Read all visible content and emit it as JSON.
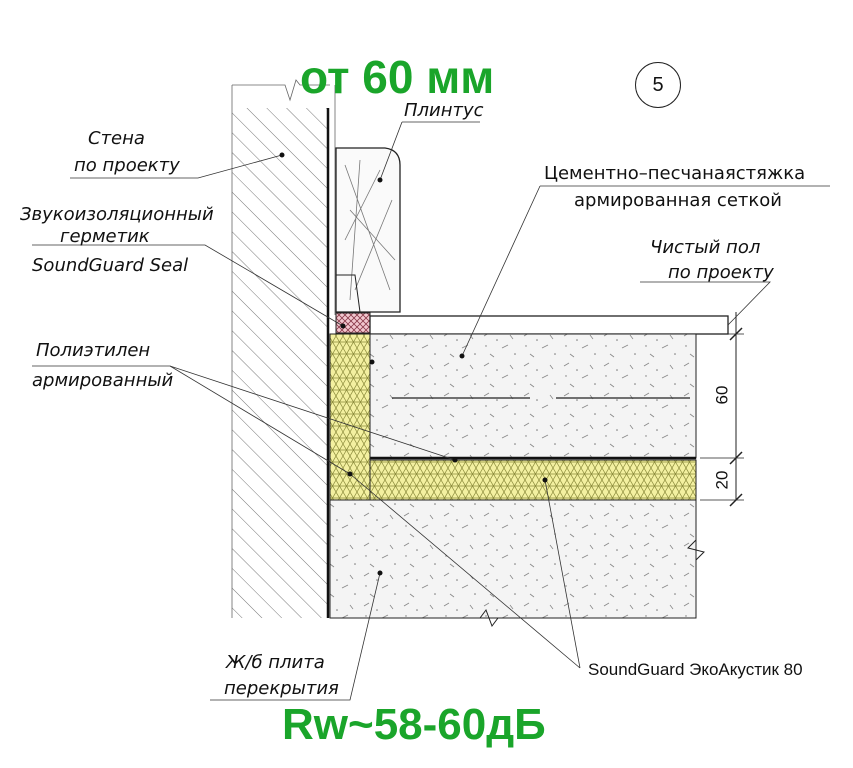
{
  "header": {
    "title": "от 60 мм"
  },
  "footer": {
    "rating": "Rw~58-60дБ"
  },
  "badge": {
    "number": "5"
  },
  "labels": {
    "wall_line1": "Стена",
    "wall_line2": "по проекту",
    "skirting": "Плинтус",
    "sealant_line1": "Звукоизоляционный",
    "sealant_line2": "герметик",
    "sealant_line3": "SoundGuard Seal",
    "screed_line1": "Цементно–песчанаястяжка",
    "screed_line2": "армированная сеткой",
    "floor_line1": "Чистый пол",
    "floor_line2": "по проекту",
    "poly_line1": "Полиэтилен",
    "poly_line2": "армированный",
    "slab_line1": "Ж/б плита",
    "slab_line2": "перекрытия",
    "product": "SoundGuard ЭкоАкустик 80"
  },
  "dimensions": {
    "screed": "60",
    "insulation": "20"
  },
  "colors": {
    "accent_green": "#1aa52a",
    "insulation_fill": "#f3f0a0",
    "sealant_fill": "#f2c7cf"
  }
}
